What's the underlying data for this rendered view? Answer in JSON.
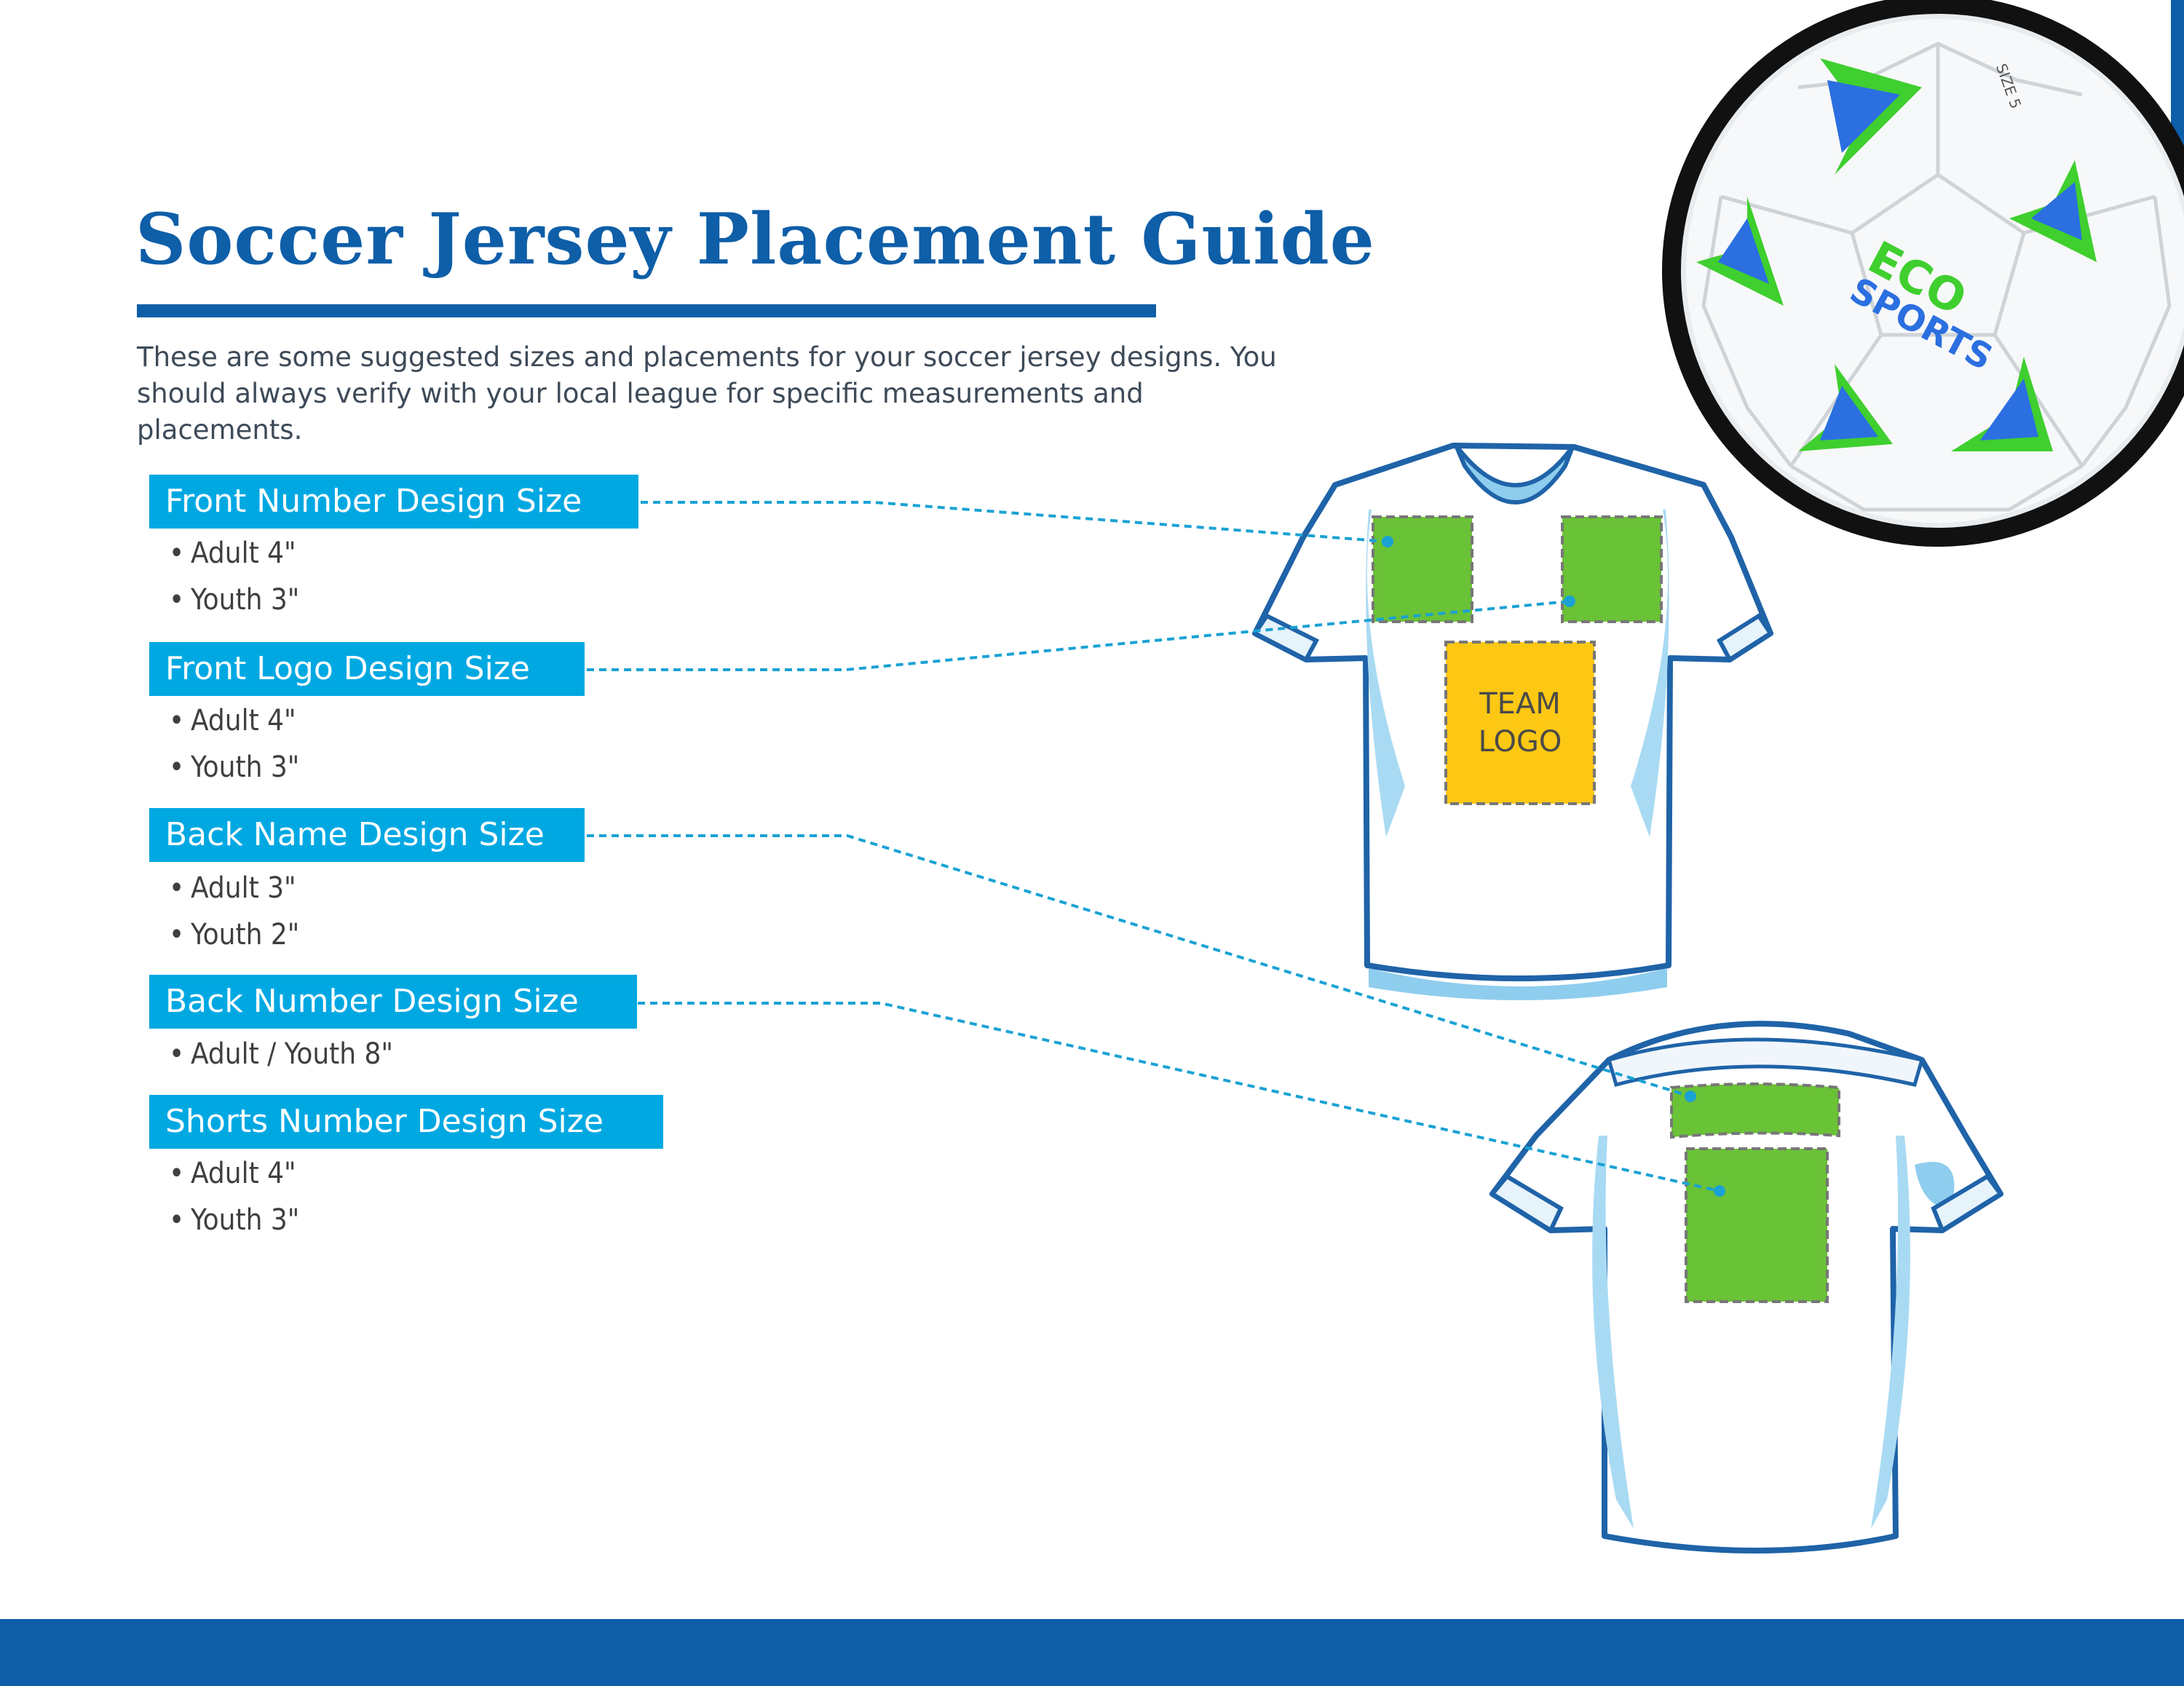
{
  "page": {
    "title": "Soccer Jersey Placement Guide",
    "intro": "These are some suggested sizes and placements for your soccer jersey designs. You should always verify with your local league for specific measurements and placements."
  },
  "sections": [
    {
      "label": "Front Number Design Size",
      "sizes": [
        "Adult 4\"",
        "Youth 3\""
      ]
    },
    {
      "label": "Front Logo Design Size",
      "sizes": [
        "Adult 4\"",
        "Youth 3\""
      ]
    },
    {
      "label": "Back Name Design Size",
      "sizes": [
        "Adult 3\"",
        "Youth 2\""
      ]
    },
    {
      "label": "Back Number Design Size",
      "sizes": [
        "Adult / Youth 8\""
      ]
    },
    {
      "label": "Shorts Number Design Size",
      "sizes": [
        "Adult 4\"",
        "Youth 3\""
      ]
    }
  ],
  "jersey": {
    "team_logo_line1": "TEAM",
    "team_logo_line2": "LOGO"
  },
  "ball": {
    "brand_line1": "ECO",
    "brand_line2": "SPORTS",
    "size_mark": "SIZE 5"
  },
  "colors": {
    "brand_blue": "#0e5ea8",
    "label_cyan": "#00a8e2",
    "placement_green": "#6ac236",
    "logo_yellow": "#fdc813",
    "jersey_outline": "#1f63a8",
    "jersey_accent": "#8fcdee",
    "leader_line": "#1aa2d4"
  },
  "icons": {
    "bullet": "•"
  }
}
